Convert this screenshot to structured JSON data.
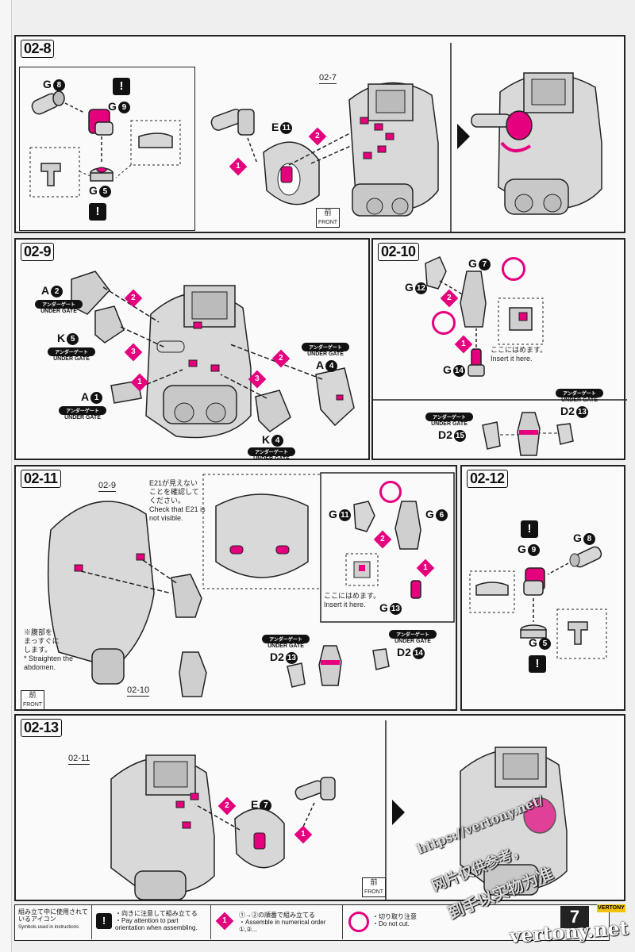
{
  "page": {
    "page_number": "7",
    "brand_tag": "VERTONY"
  },
  "step_02_8": {
    "label": "02-8",
    "ref": "02-7",
    "parts": {
      "g8": "G",
      "g8_num": "8",
      "g9": "G",
      "g9_num": "9",
      "g5": "G",
      "g5_num": "5",
      "e11": "E",
      "e11_num": "11"
    },
    "steps": [
      "1",
      "2"
    ],
    "front_jp": "前",
    "front_en": "FRONT"
  },
  "step_02_9": {
    "label": "02-9",
    "parts": {
      "a2": "A",
      "a2_num": "2",
      "k5": "K",
      "k5_num": "5",
      "a1": "A",
      "a1_num": "1",
      "a4": "A",
      "a4_num": "4",
      "k4": "K",
      "k4_num": "4"
    },
    "under_gate_jp": "アンダーゲート",
    "under_gate_en": "UNDER GATE",
    "steps": [
      "1",
      "2",
      "3"
    ]
  },
  "step_02_10": {
    "label": "02-10",
    "parts": {
      "g7": "G",
      "g7_num": "7",
      "g12": "G",
      "g12_num": "12",
      "g14": "G",
      "g14_num": "14",
      "d2_13": "D2",
      "d2_13_num": "13",
      "d2_15": "D2",
      "d2_15_num": "15"
    },
    "insert_jp": "ここにはめます。",
    "insert_en": "Insert it here.",
    "under_gate_jp": "アンダーゲート",
    "under_gate_en": "UNDER GATE",
    "steps": [
      "1",
      "2"
    ]
  },
  "step_02_11": {
    "label": "02-11",
    "ref_top": "02-9",
    "ref_bottom": "02-10",
    "check_jp_1": "E",
    "check_jp_num": "21",
    "check_jp_2": "が見えない",
    "check_jp_3": "ことを確認して",
    "check_jp_4": "ください。",
    "check_en_1": "Check that",
    "check_en_2": "is",
    "check_en_3": "not visible.",
    "straighten_jp_1": "※腹部を",
    "straighten_jp_2": "まっすぐに",
    "straighten_jp_3": "します。",
    "straighten_en_1": "* Straighten the",
    "straighten_en_2": "abdomen.",
    "front_jp": "前",
    "front_en": "FRONT",
    "parts": {
      "g11": "G",
      "g11_num": "11",
      "g6": "G",
      "g6_num": "6",
      "g13": "G",
      "g13_num": "13",
      "d2_13": "D2",
      "d2_13_num": "13",
      "d2_14": "D2",
      "d2_14_num": "14"
    },
    "insert_jp": "ここにはめます。",
    "insert_en": "Insert it here.",
    "under_gate_jp": "アンダーゲート",
    "under_gate_en": "UNDER GATE",
    "steps": [
      "1",
      "2"
    ]
  },
  "step_02_12": {
    "label": "02-12",
    "parts": {
      "g9": "G",
      "g9_num": "9",
      "g8": "G",
      "g8_num": "8",
      "g5": "G",
      "g5_num": "5"
    }
  },
  "step_02_13": {
    "label": "02-13",
    "ref": "02-11",
    "parts": {
      "e7": "E",
      "e7_num": "7"
    },
    "steps": [
      "1",
      "2"
    ],
    "front_jp": "前",
    "front_en": "FRONT"
  },
  "footer": {
    "icons_jp": "組み立て中に使用されているアイコン",
    "icons_en": "Symbols used in instructions",
    "orientation_jp": "・向きに注意して組み立てる",
    "orientation_en": "・Pay attention to part orientation when assembling.",
    "order_jp": "の順番で組み立てる",
    "order_en": "・Assemble in numerical order",
    "cut_jp": "・切り取り注意",
    "cut_en": "・Do not cut."
  },
  "watermark": {
    "url": "https://vertony.net/",
    "cn_1": "网片仅供参考，",
    "cn_2": "到手以实物为准",
    "site": "vertony.net"
  },
  "colors": {
    "accent": "#e5007e",
    "ink": "#111111",
    "paper": "#fafafa",
    "part_gray": "#cfcfcf"
  }
}
